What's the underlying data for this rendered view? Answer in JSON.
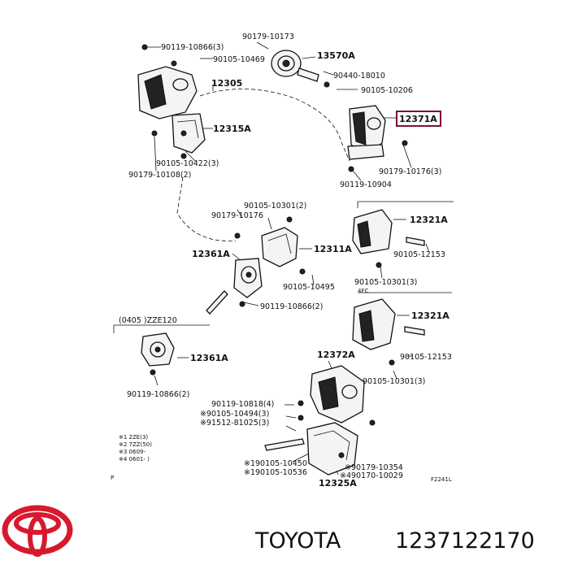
{
  "labels": {
    "p90119_10866_top": "90119-10866(3)",
    "p90179_10173": "90179-10173",
    "p90105_10469": "90105-10469",
    "p13570A": "13570A",
    "p90440_18010": "90440-18010",
    "p12305": "12305",
    "p90105_10206": "90105-10206",
    "p12371A": "12371A",
    "p12315A": "12315A",
    "p90105_10422": "90105-10422(3)",
    "p90179_10108": "90179-10108(2)",
    "p90179_10176_3": "90179-10176(3)",
    "p90119_10904": "90119-10904",
    "p90105_10301_2": "90105-10301(2)",
    "p90179_10176": "90179-10176",
    "p12321A_1": "12321A",
    "p12361A_1": "12361A",
    "p12311A": "12311A",
    "p90105_12153_1": "90105-12153",
    "p90105_10495": "90105-10495",
    "p90105_10301_3a": "90105-10301(3)",
    "p4fc": "4FC",
    "p90119_10866_2a": "90119-10866(2)",
    "p12321A_2": "12321A",
    "p0405": "(0405      )ZZE120",
    "p12361A_2": "12361A",
    "p12372A": "12372A",
    "p90105_12153_2": "90105-12153",
    "p90105_10301_3b": "90105-10301(3)",
    "p90119_10866_2b": "90119-10866(2)",
    "p90119_10818": "90119-10818(4)",
    "p90105_10494": "※90105-10494(3)",
    "p91512_81025": "※91512-81025(3)",
    "p190105_10450": "※190105-10450",
    "p190105_10536": "※190105-10536",
    "p90179_10354": "※90179-10354",
    "p90170_10029": "※490170-10029",
    "p12325A": "12325A",
    "n1": "※1 2ZE(3)",
    "n2": "※2 7ZZ(50)",
    "n3": "※3              0609-",
    "n4": "※4 0601-      )",
    "p_mark": "P",
    "f_code": "F2241L"
  },
  "footer": {
    "brand": "TOYOTA",
    "part_number": "1237122170"
  },
  "colors": {
    "ink": "#111111",
    "highlight_box": "#7a1030",
    "logo_red": "#d7192e"
  }
}
